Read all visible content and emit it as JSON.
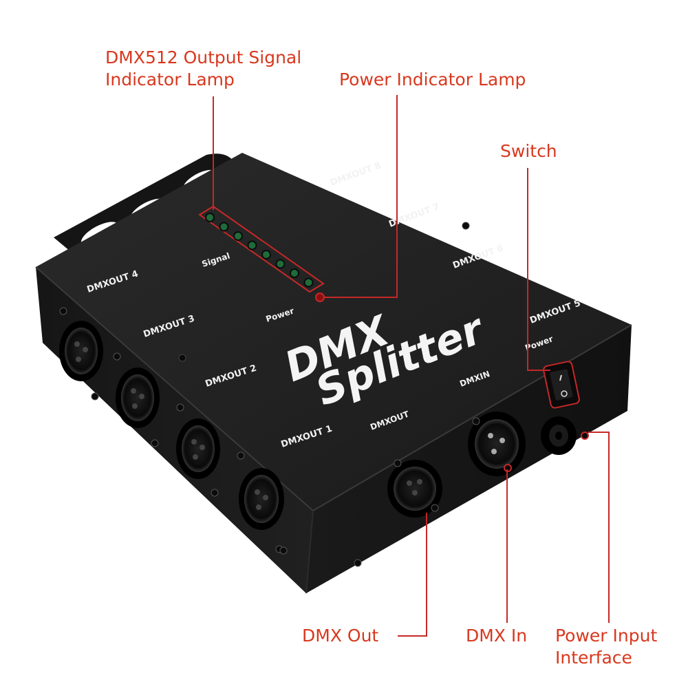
{
  "callouts": {
    "signal_lamp_line1": "DMX512 Output Signal",
    "signal_lamp_line2": "Indicator Lamp",
    "power_lamp": "Power Indicator Lamp",
    "switch": "Switch",
    "dmx_out": "DMX Out",
    "dmx_in": "DMX In",
    "power_input_line1": "Power Input",
    "power_input_line2": "Interface"
  },
  "device": {
    "logo_line1": "DMX",
    "logo_line2": "Splitter",
    "top_labels": {
      "out8": "DMXOUT 8",
      "out7": "DMXOUT 7",
      "out6": "DMXOUT 6",
      "out5": "DMXOUT 5",
      "out4": "DMXOUT 4",
      "out3": "DMXOUT 3",
      "out2": "DMXOUT 2",
      "out1": "DMXOUT 1",
      "signal": "Signal",
      "power": "Power",
      "power_switch": "Power",
      "dmxin": "DMXIN",
      "dmxout": "DMXOUT"
    },
    "signal_led_count": 8
  },
  "colors": {
    "callout": "#d8381e",
    "body": "#1c1c1c",
    "led_signal": "#1f6b3a",
    "led_power": "#8a1010"
  }
}
